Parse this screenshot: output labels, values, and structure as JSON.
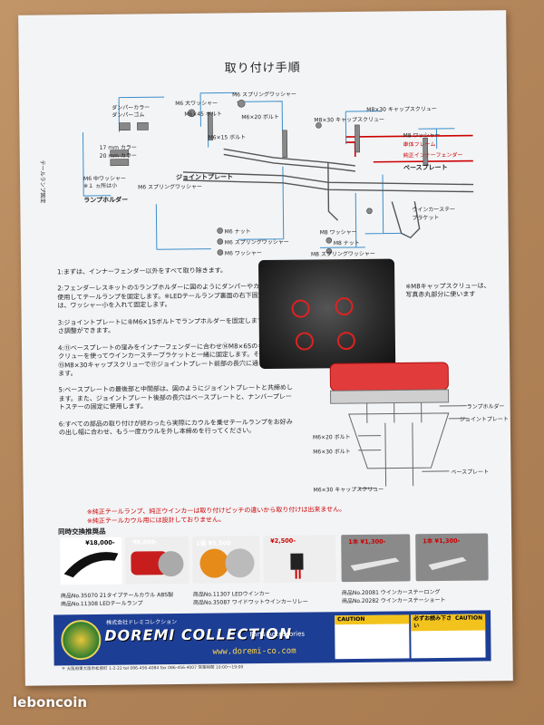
{
  "title": "取り付け手順",
  "diagram_labels": {
    "damper_collar": "ダンパーカラー",
    "damper_rubber": "ダンパーゴム",
    "m6_large_washer": "M6 大ワッシャー",
    "m6_45_bolt": "M6×45 ボルト",
    "m6_spring_washer_top": "M6 スプリングワッシャー",
    "m6_20_bolt_top": "M6×20 ボルト",
    "m6_15_bolt": "M6×15 ボルト",
    "m8_30_cap_screw_a": "M8×30 キャップスクリュー",
    "m8_30_cap_screw_b": "M8×30 キャップスクリュー",
    "m8_washer": "M8 ワッシャー",
    "vehicle_frame": "車体フレーム",
    "inner_fender": "純正インナーフェンダー",
    "base_plate": "ベースプレート",
    "tail_lamp_fixing": "テールランプ固定",
    "collar_17": "17 mm カラー",
    "collar_20": "20 mm カラー",
    "m6_medium_washer": "M6 中ワッシャー",
    "one_place_small": "※１ ヵ所は小",
    "m6_spring_washer_mid": "M6 スプリングワッシャー",
    "joint_plate": "ジョイントプレート",
    "lamp_holder": "ランプホルダー",
    "m6_nut": "M6 ナット",
    "m6_spring_washer_bottom": "M6 スプリングワッシャー",
    "m6_washer": "M6 ワッシャー",
    "m8_washer_b": "M8 ワッシャー",
    "m8_nut": "M8 ナット",
    "m8_spring_washer": "M8 スプリングワッシャー",
    "winker_stay": "ウインカーステーブラケット"
  },
  "steps": [
    "1:まずは、インナーフェンダー以外をすべて取り除きます。",
    "2:フェンダーレスキットの①ランプホルダーに図のようにダンパーやカラーを使用してテールランプを固定します。※LEDテールランプ裏面の右下固定箇所には、ワッシャー小を入れて固定します。",
    "3:ジョイントプレートに⑧M6×15ボルトでランプホルダーを固定します。※高さ調整ができます。",
    "4:⑪ベースプレートの窪みをインナーフェンダーに合わせ⑭M8×65のキャップスクリューを使ってウインカーステーブラケットと一緒に固定します。その次に⑮M8×30キャップスクリューで⑰ジョイントプレート前部の長穴に通し共締めします。",
    "5:ベースプレートの最後部と中間部は、図のようにジョイントプレートと共締めします。また、ジョイントプレート後部の長穴はベースプレートと、ナンバープレートステーの固定に使用します。",
    "6:すべての部品の取り付けが終わったら実際にカウルを乗せテールランプをお好みの出し幅に合わせ、もう一度カウルを外し本締めを行ってください。"
  ],
  "m8_note": "※M8キャップスクリューは、写真赤丸部分に使います",
  "assembly_labels": {
    "lamp_holder": "ランプホルダー",
    "joint_plate": "ジョイントプレート",
    "m6_20_bolt": "M6×20 ボルト",
    "m6_30_bolt": "M6×30 ボルト",
    "base_plate": "ベースプレート",
    "m6_30_cap_screw": "M6×30 キャップスクリュー"
  },
  "notes": [
    "※純正テールランプ、純正ウインカーは取り付けピッチの違いから取り付けは出来ません。",
    "※純正テールカウル用には設計しておりません。"
  ],
  "parts_title": "同時交換推奨品",
  "parts": [
    {
      "price": "¥18,000-",
      "color": "#c00",
      "label": "商品No.35070  21タイプテールカウル  ABS製"
    },
    {
      "price": "¥8,000-",
      "color": "#ffffff",
      "label": "商品No.11308  LEDテールランプ"
    },
    {
      "price": "1個 ¥5,500",
      "color": "#ffffff",
      "label": "商品No.11307  LEDウインカー"
    },
    {
      "price": "¥2,500-",
      "color": "#c00",
      "label": "商品No.35087  ワイドワットウインカーリレー"
    },
    {
      "price": "1本 ¥1,300-",
      "color": "#c00",
      "label": "商品No.20081  ウインカーステーロング"
    },
    {
      "price": "1本 ¥1,300-",
      "color": "#c00",
      "label": "商品No.20282  ウインカーステーショート"
    }
  ],
  "company": {
    "kana": "株式会社ドレミコレクション",
    "name": "DOREMI COLLECTION",
    "tagline": "Parts Accessories",
    "url": "www.doremi-co.com"
  },
  "caution": {
    "heading_left": "CAUTION",
    "heading_mid": "必ずお読み下さい",
    "heading_right": "CAUTION"
  },
  "footer": "〒 大阪府東大阪市松原町 1-2-22  tel 086-456-4084  fax 086-456-4007  営業時間 10:00～19:00",
  "watermark": "leboncoin"
}
